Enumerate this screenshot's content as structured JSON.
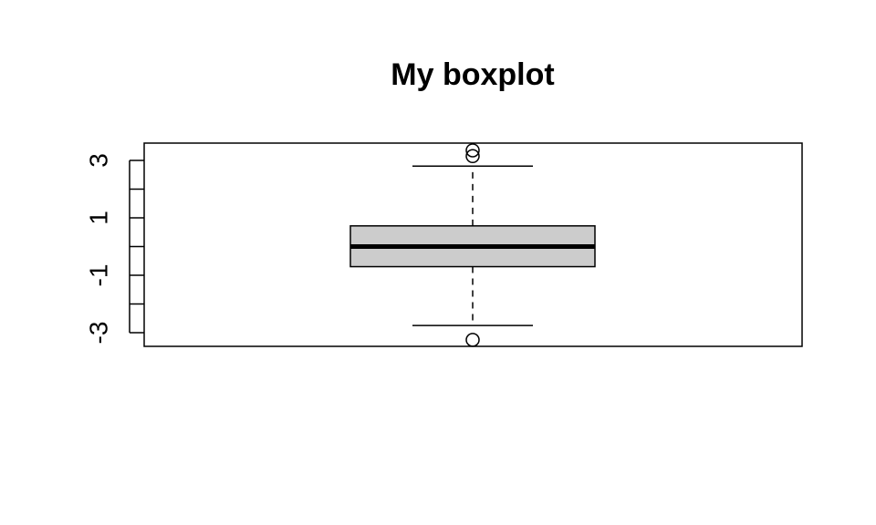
{
  "chart_data": {
    "type": "boxplot",
    "title": "My boxplot",
    "xlabel": "",
    "ylabel": "",
    "ylim": [
      -3.5,
      3.6
    ],
    "y_ticks": [
      -3,
      -2,
      -1,
      0,
      1,
      2,
      3
    ],
    "y_tick_labels": [
      "-3",
      "",
      "-1",
      "",
      "1",
      "",
      "3"
    ],
    "box": {
      "lower_whisker": -2.75,
      "q1": -0.7,
      "median": 0.0,
      "q3": 0.72,
      "upper_whisker": 2.8
    },
    "outliers": [
      3.35,
      3.15,
      -3.25
    ],
    "box_fill": "#cccccc",
    "line_color": "#000000"
  }
}
